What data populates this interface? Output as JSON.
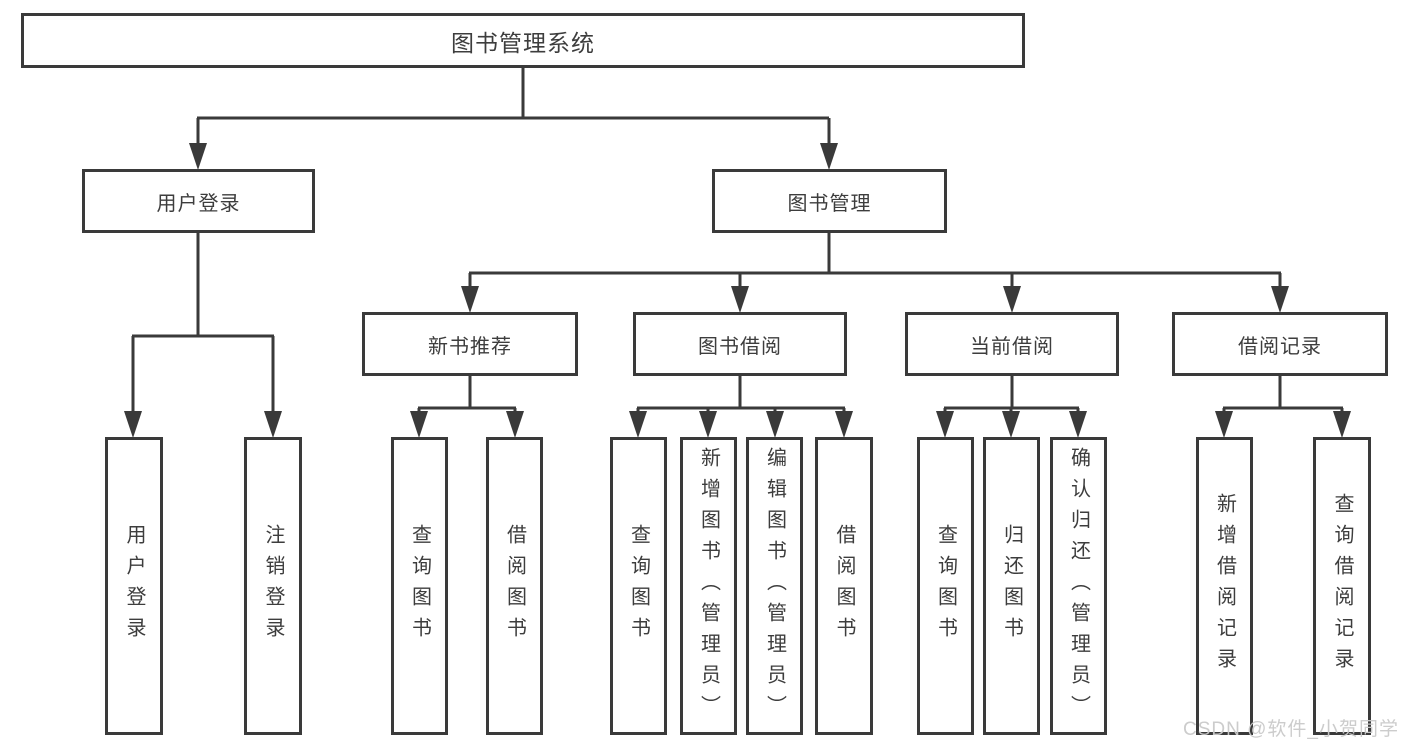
{
  "diagram": {
    "tree": {
      "label": "图书管理系统",
      "children": [
        {
          "label": "用户登录",
          "children": [
            {
              "label": "用户登录"
            },
            {
              "label": "注销登录"
            }
          ]
        },
        {
          "label": "图书管理",
          "children": [
            {
              "label": "新书推荐",
              "children": [
                {
                  "label": "查询图书"
                },
                {
                  "label": "借阅图书"
                }
              ]
            },
            {
              "label": "图书借阅",
              "children": [
                {
                  "label": "查询图书"
                },
                {
                  "label": "新增图书（管理员）"
                },
                {
                  "label": "编辑图书（管理员）"
                },
                {
                  "label": "借阅图书"
                }
              ]
            },
            {
              "label": "当前借阅",
              "children": [
                {
                  "label": "查询图书"
                },
                {
                  "label": "归还图书"
                },
                {
                  "label": "确认归还（管理员）"
                }
              ]
            },
            {
              "label": "借阅记录",
              "children": [
                {
                  "label": "新增借阅记录"
                },
                {
                  "label": "查询借阅记录"
                }
              ]
            }
          ]
        }
      ]
    },
    "colors": {
      "line": "#3a3a3a",
      "box_background": "#ffffff",
      "text": "#3d3d3d",
      "watermark_text": "#c9c9c9"
    }
  },
  "watermark": {
    "text": "CSDN @软件_小贺同学"
  }
}
